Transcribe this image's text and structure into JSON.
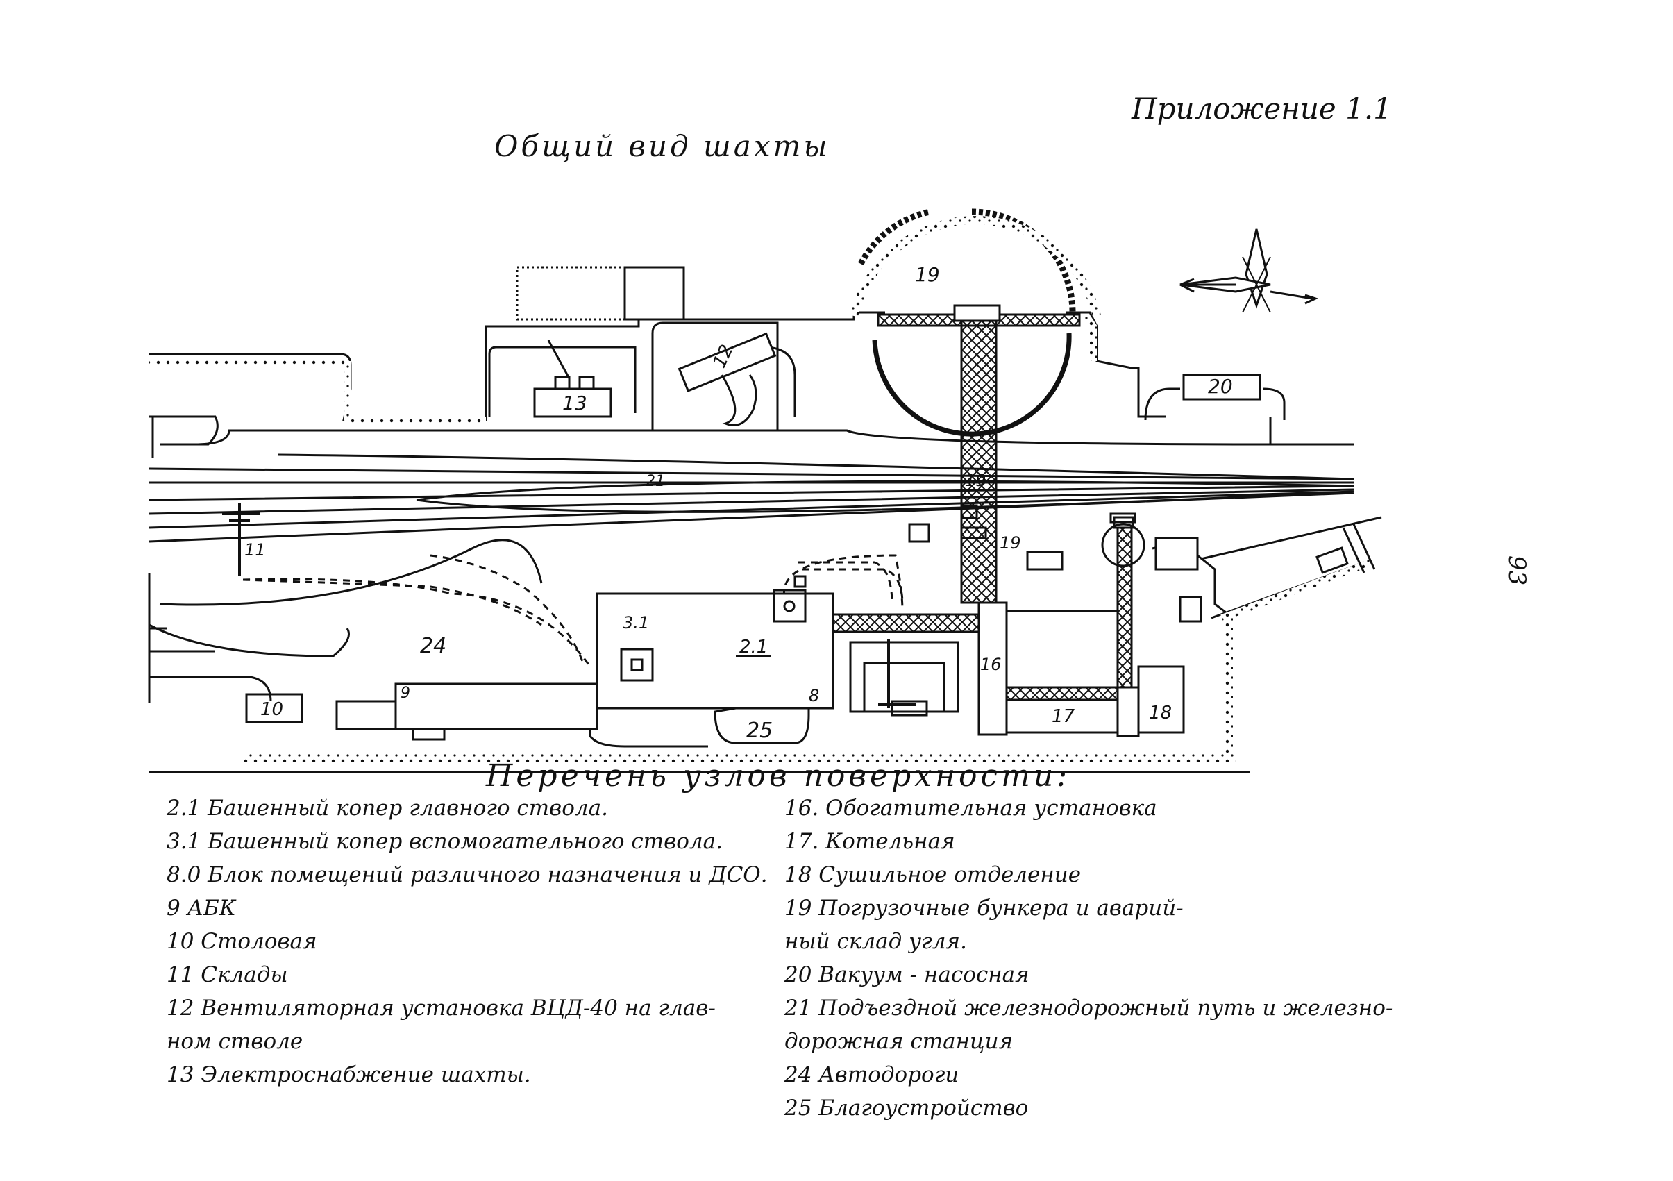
{
  "header": {
    "appendix": "Приложение 1.1",
    "title": "Общий вид шахты",
    "page_number": "93"
  },
  "plan_labels": {
    "ventilation_fan": "12",
    "circle_loading": "19",
    "vacuum": "20",
    "power_supply": "13",
    "rail_track": "21",
    "tower_bunkers": "19",
    "tower_mid": "19",
    "warehouses": "11",
    "roads": "24",
    "canteen": "10",
    "abk": "9",
    "block_building": "8",
    "aux_headframe": "3.1",
    "main_headframe": "2.1",
    "landscaping": "25",
    "processing_plant": "16",
    "boiler": "17",
    "drying": "18"
  },
  "legend": {
    "heading": "Перечень узлов поверхности:",
    "left_items": [
      "2.1 Башенный копер главного ствола.",
      "3.1 Башенный копер вспомогательного ствола.",
      "8.0 Блок помещений различного назначения и ДСО.",
      "9  АБК",
      "10 Столовая",
      "11 Склады",
      "12 Вентиляторная установка ВЦД-40 на глав-",
      "ном стволе",
      "13 Электроснабжение шахты."
    ],
    "right_items": [
      "16. Обогатительная установка",
      "17. Котельная",
      "18 Сушильное отделение",
      "19 Погрузочные бункера и аварий-",
      "ный склад угля.",
      "20 Вакуум - насосная",
      "21 Подъездной железнодорожный путь и железно-",
      "дорожная станция",
      "24 Автодороги",
      "25 Благоустройство"
    ]
  }
}
